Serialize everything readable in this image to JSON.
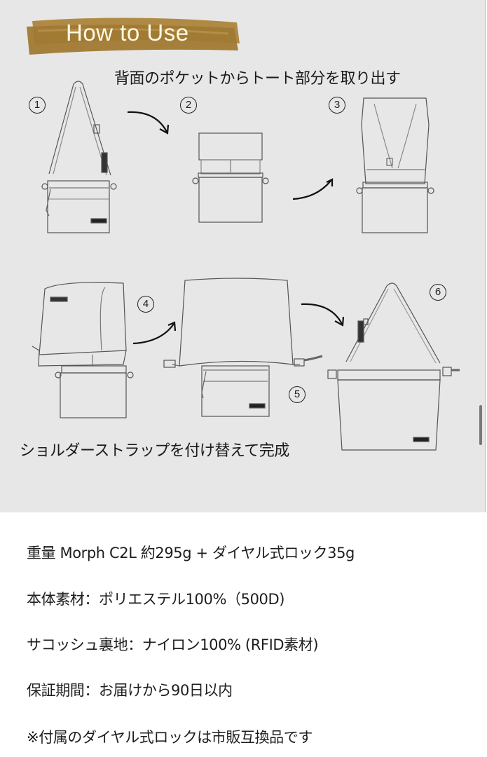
{
  "guide": {
    "title": "How to Use",
    "banner_color": "#a07a33",
    "background": "#e7e7e7",
    "caption_top": "背面のポケットからトート部分を取り出す",
    "caption_bottom": "ショルダーストラップを付け替えて完成",
    "steps": [
      {
        "number": "1",
        "description": "shoulder-sacoche"
      },
      {
        "number": "2",
        "description": "tote-pulled-from-pocket"
      },
      {
        "number": "3",
        "description": "tote-unfolded"
      },
      {
        "number": "4",
        "description": "tote-folding-open"
      },
      {
        "number": "5",
        "description": "tote-expanded-with-buckles"
      },
      {
        "number": "6",
        "description": "tote-with-shoulder-strap"
      }
    ]
  },
  "specs": [
    {
      "label": "重量",
      "value": "重量 Morph C2L 約295g + ダイヤル式ロック35g"
    },
    {
      "label": "本体素材",
      "value": "本体素材：ポリエステル100%（500D)"
    },
    {
      "label": "サコッシュ裏地",
      "value": "サコッシュ裏地：ナイロン100% (RFID素材)"
    },
    {
      "label": "保証期間",
      "value": "保証期間：お届けから90日以内"
    },
    {
      "label": "note",
      "value": "※付属のダイヤル式ロックは市販互換品です"
    }
  ],
  "scrollbar": {
    "thumb_color": "#777777"
  }
}
